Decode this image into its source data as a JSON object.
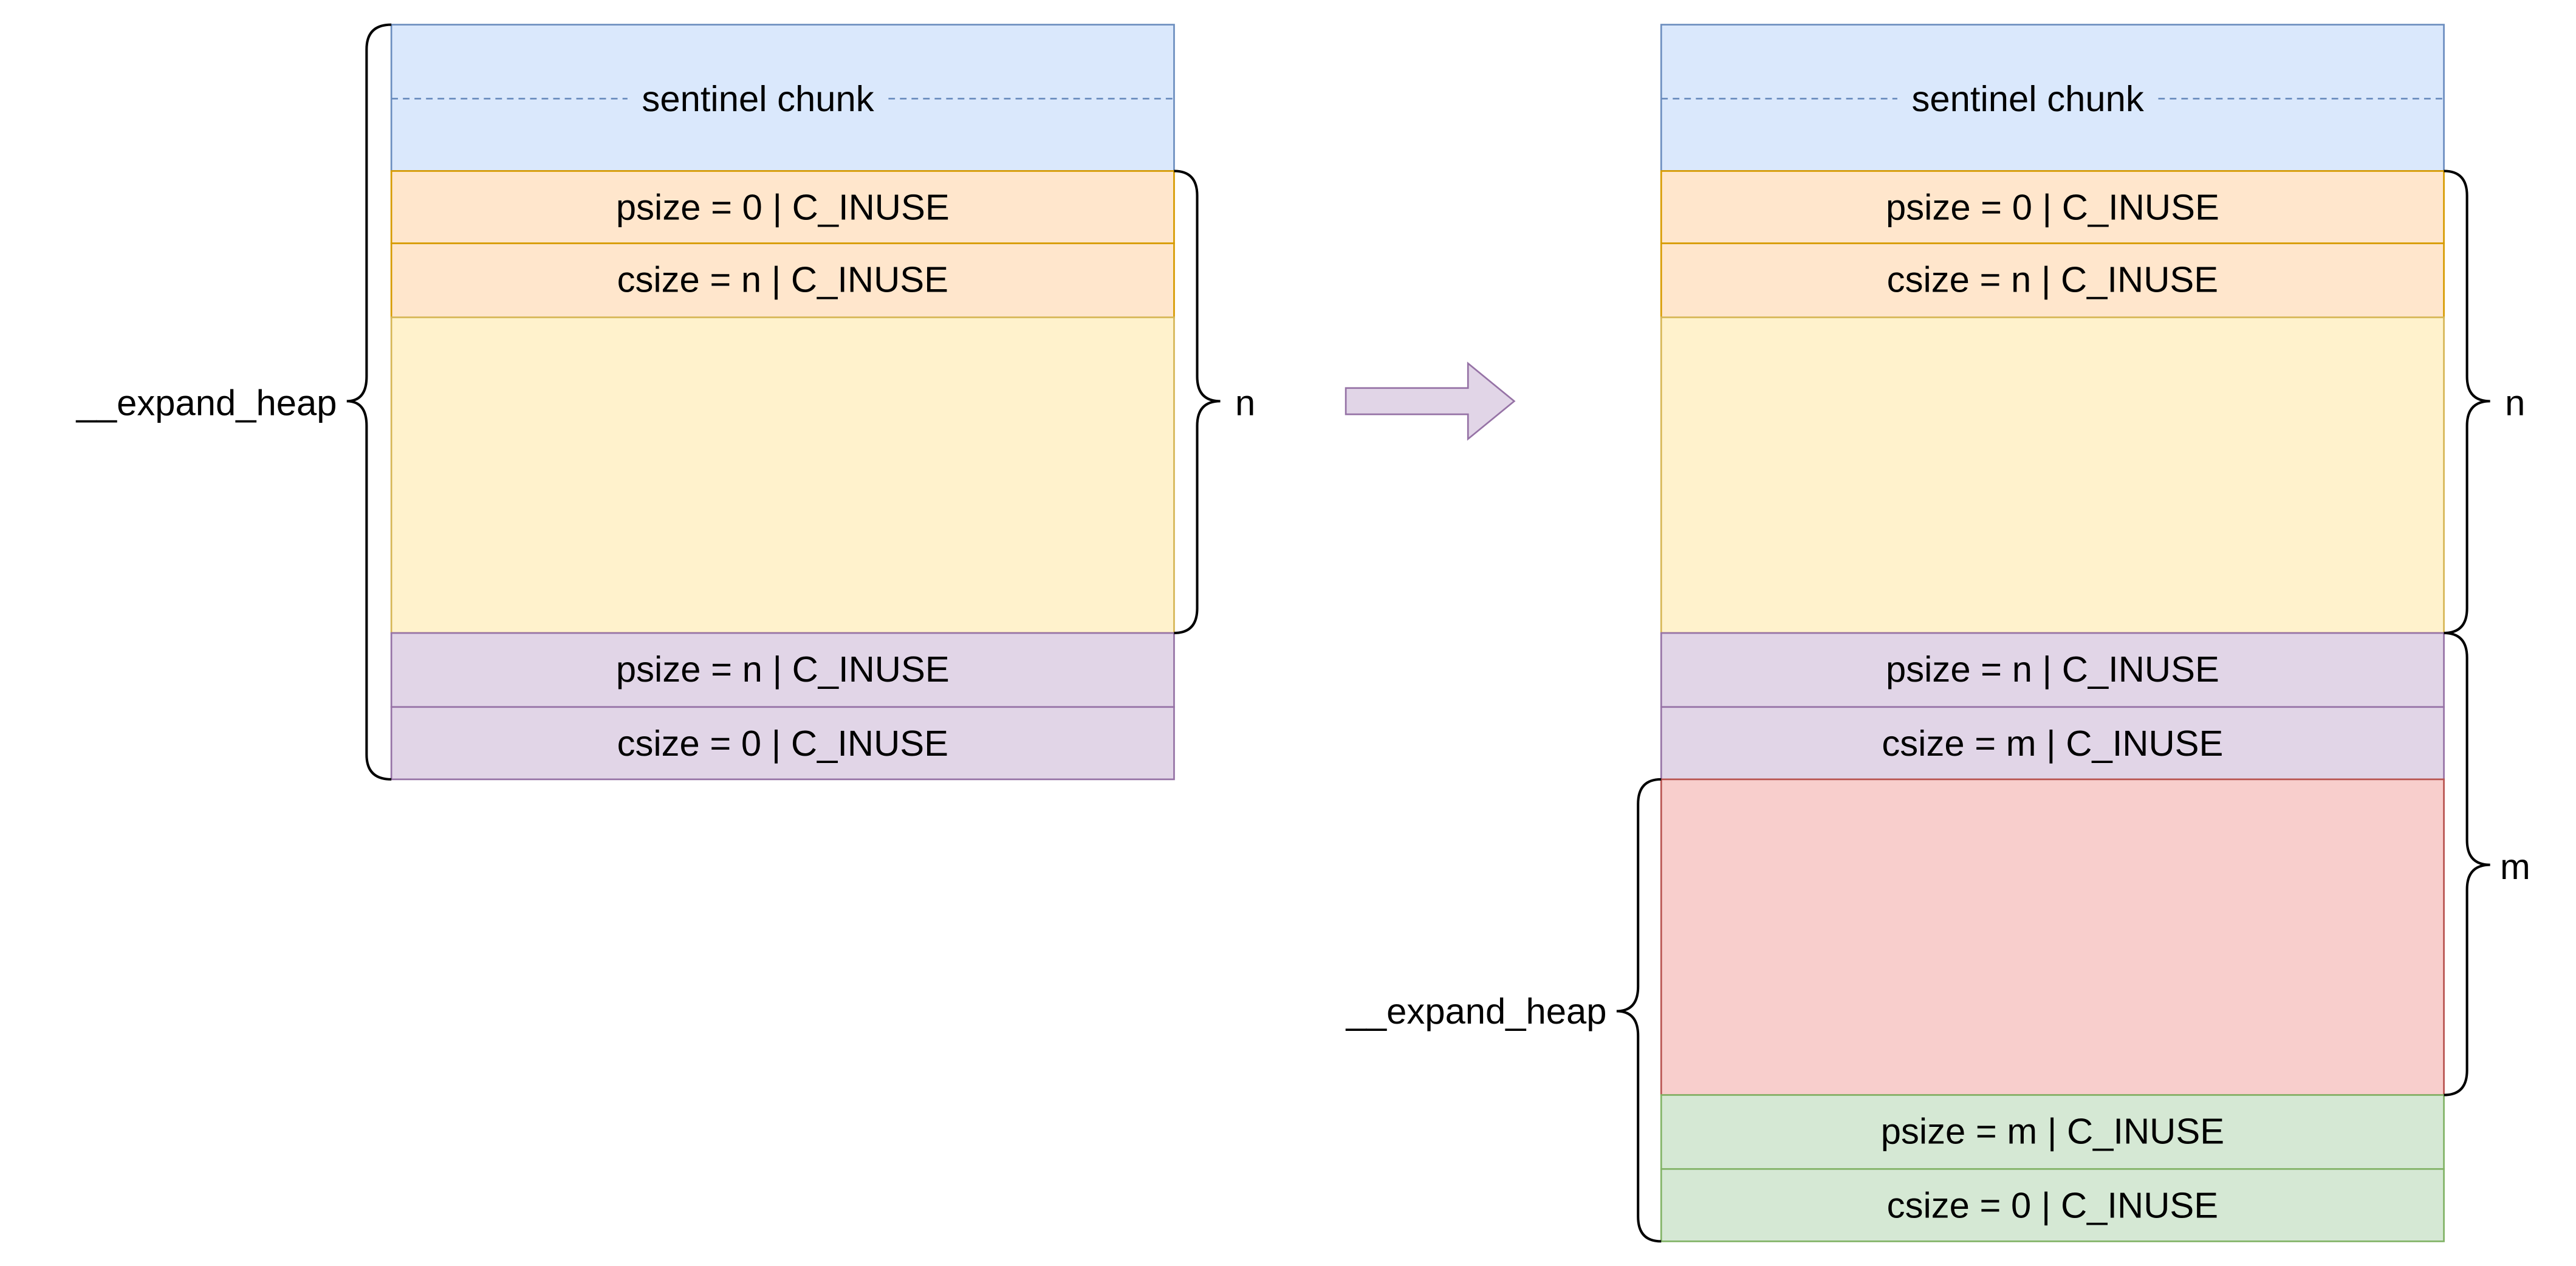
{
  "left_panel": {
    "sentinel_label": "sentinel chunk",
    "header_psize": "psize = 0 | C_INUSE",
    "header_csize": "csize = n | C_INUSE",
    "footer_psize": "psize = n | C_INUSE",
    "footer_csize": "csize = 0 | C_INUSE",
    "brace_expand_label": "__expand_heap",
    "brace_n_label": "n"
  },
  "right_panel": {
    "sentinel_label": "sentinel chunk",
    "header_psize": "psize = 0 | C_INUSE",
    "header_csize": "csize = n | C_INUSE",
    "mid_psize": "psize = n | C_INUSE",
    "mid_csize": "csize = m | C_INUSE",
    "footer_psize": "psize = m | C_INUSE",
    "footer_csize": "csize = 0 | C_INUSE",
    "brace_n_label": "n",
    "brace_m_label": "m",
    "brace_expand_label": "__expand_heap"
  },
  "colors": {
    "sentinel_fill": "#dae8fc",
    "sentinel_stroke": "#6c8ebf",
    "header_fill": "#ffe6cc",
    "header_stroke": "#d79b00",
    "body_fill": "#fff2cc",
    "body_stroke": "#d6b656",
    "purple_fill": "#e1d5e7",
    "purple_stroke": "#9673a6",
    "red_fill": "#f8cecc",
    "red_stroke": "#b85450",
    "green_fill": "#d5e8d4",
    "green_stroke": "#82b366"
  },
  "icons": {
    "transition_arrow": "right-arrow-icon"
  }
}
